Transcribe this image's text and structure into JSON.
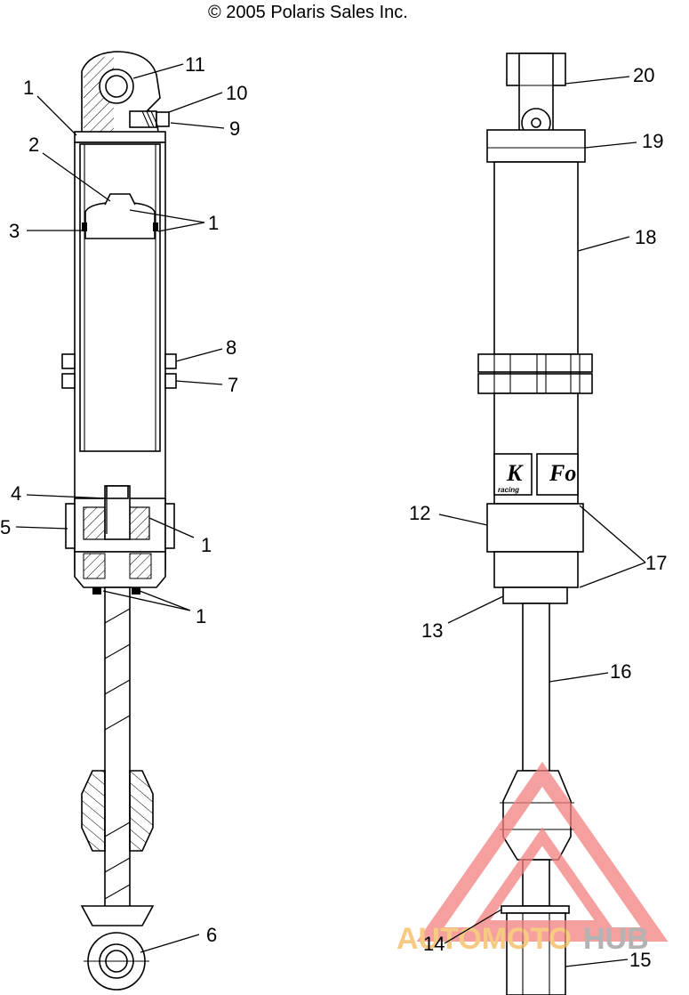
{
  "copyright": "© 2005 Polaris Sales Inc.",
  "callouts": {
    "c1_top": "1",
    "c2": "2",
    "c3": "3",
    "c1_piston": "1",
    "c11": "11",
    "c10": "10",
    "c9": "9",
    "c8": "8",
    "c7": "7",
    "c4": "4",
    "c5": "5",
    "c1_seal": "1",
    "c1_lower": "1",
    "c6": "6",
    "c20": "20",
    "c19": "19",
    "c18": "18",
    "c12": "12",
    "c17": "17",
    "c13": "13",
    "c16": "16",
    "c14": "14",
    "c15": "15"
  },
  "brand_label": {
    "left": "K",
    "sub": "racing",
    "right": "Fo"
  },
  "watermark": {
    "part1": "AUTOMOTO",
    "part2": "HUB",
    "color1": "#f5b95a",
    "color2": "#9a9a9a",
    "triangle_color": "#f28080"
  }
}
